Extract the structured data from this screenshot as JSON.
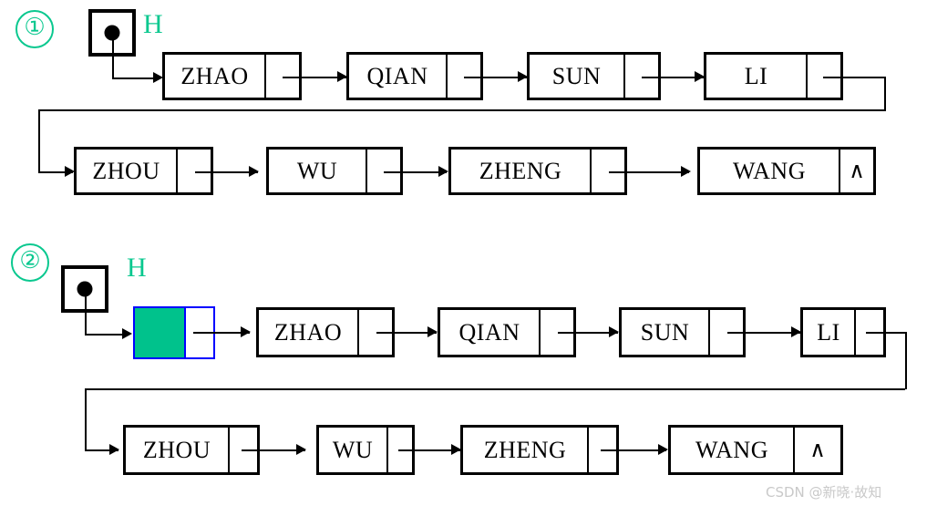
{
  "figure": {
    "watermark": "CSDN @新晓·故知",
    "null_marker": "∧",
    "head_label": "H",
    "accent_color": "#0ac88f",
    "head_node_fill": "#00c28c",
    "head_node_border": "#0000ff",
    "node_border": "#000000"
  },
  "diagrams": [
    {
      "index_label": "①",
      "head_label": "H",
      "description": "singly linked list without header node",
      "rows": [
        {
          "nodes": [
            {
              "data": "ZHAO",
              "next": ""
            },
            {
              "data": "QIAN",
              "next": ""
            },
            {
              "data": "SUN",
              "next": ""
            },
            {
              "data": "LI",
              "next": ""
            }
          ]
        },
        {
          "nodes": [
            {
              "data": "ZHOU",
              "next": ""
            },
            {
              "data": "WU",
              "next": ""
            },
            {
              "data": "ZHENG",
              "next": ""
            },
            {
              "data": "WANG",
              "next": "∧"
            }
          ]
        }
      ]
    },
    {
      "index_label": "②",
      "head_label": "H",
      "description": "singly linked list with header (sentinel) node",
      "rows": [
        {
          "nodes": [
            {
              "data": "",
              "next": "",
              "kind": "header"
            },
            {
              "data": "ZHAO",
              "next": ""
            },
            {
              "data": "QIAN",
              "next": ""
            },
            {
              "data": "SUN",
              "next": ""
            },
            {
              "data": "LI",
              "next": ""
            }
          ]
        },
        {
          "nodes": [
            {
              "data": "ZHOU",
              "next": ""
            },
            {
              "data": "WU",
              "next": ""
            },
            {
              "data": "ZHENG",
              "next": ""
            },
            {
              "data": "WANG",
              "next": "∧"
            }
          ]
        }
      ]
    }
  ]
}
